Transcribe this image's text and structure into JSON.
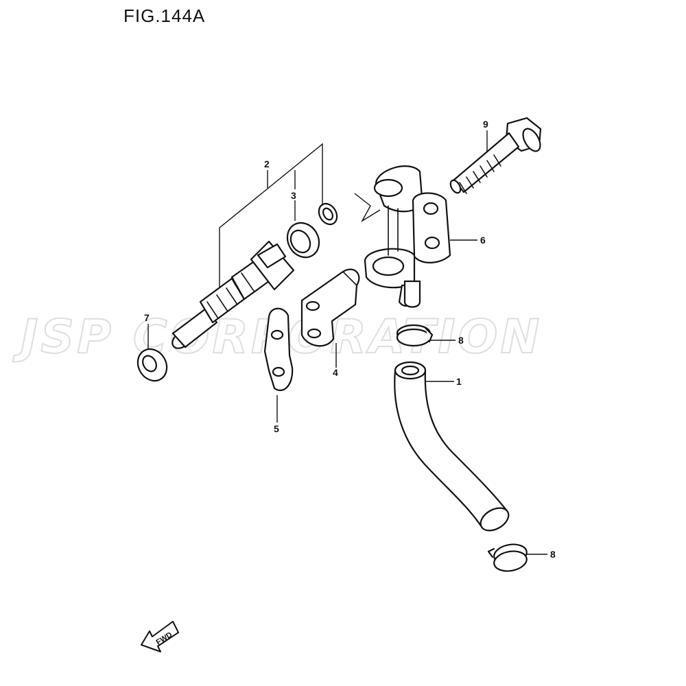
{
  "title": "FIG.144A",
  "watermark": "JSP CORPORATION",
  "fwd_label": "FWD",
  "callouts": {
    "c1": "1",
    "c2": "2",
    "c3": "3",
    "c4": "4",
    "c5": "5",
    "c6": "6",
    "c7": "7",
    "c8a": "8",
    "c8b": "8",
    "c9": "9"
  }
}
